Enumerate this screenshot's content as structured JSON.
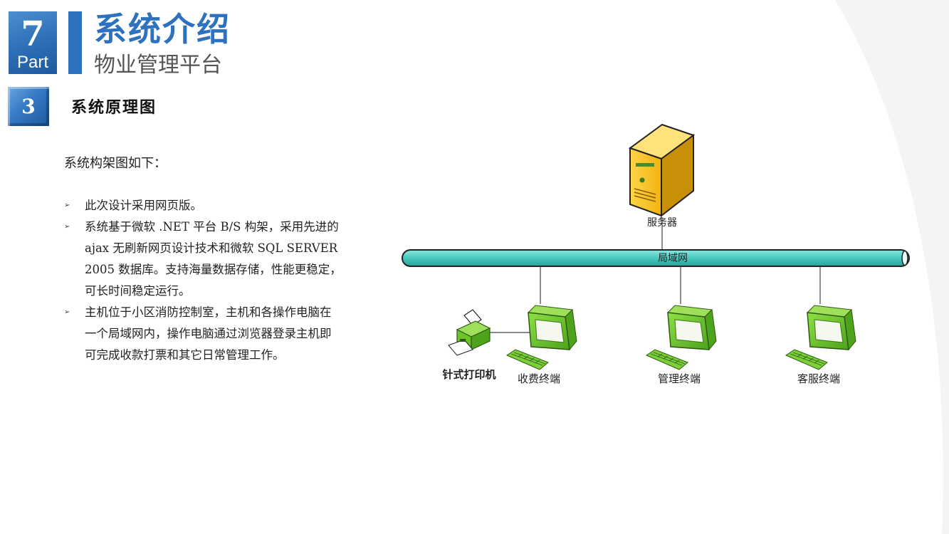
{
  "header": {
    "part_number": "7",
    "part_label": "Part",
    "title": "系统介绍",
    "subtitle": "物业管理平台"
  },
  "section": {
    "number": "3",
    "title": "系统原理图"
  },
  "body": {
    "intro": "系统构架图如下：",
    "bullets": [
      "此次设计采用网页版。",
      "系统基于微软 .NET 平台 B/S 构架，采用先进的 ajax 无刷新网页设计技术和微软 SQL SERVER 2005 数据库。支持海量数据存储，性能更稳定，可长时间稳定运行。",
      "主机位于小区消防控制室，主机和各操作电脑在一个局域网内，操作电脑通过浏览器登录主机即可完成收款打票和其它日常管理工作。"
    ]
  },
  "diagram": {
    "server_label": "服务器",
    "network_label": "局域网",
    "printer_label": "针式打印机",
    "terminals": [
      "收费终端",
      "管理终端",
      "客服终端"
    ]
  },
  "colors": {
    "accent_blue": "#2e71bd",
    "network_teal": "#48c9bf",
    "server_yellow": "#f0b20f",
    "terminal_green": "#6cc526"
  },
  "icons": [
    "server-icon",
    "printer-icon",
    "computer-icon",
    "keyboard-icon"
  ]
}
